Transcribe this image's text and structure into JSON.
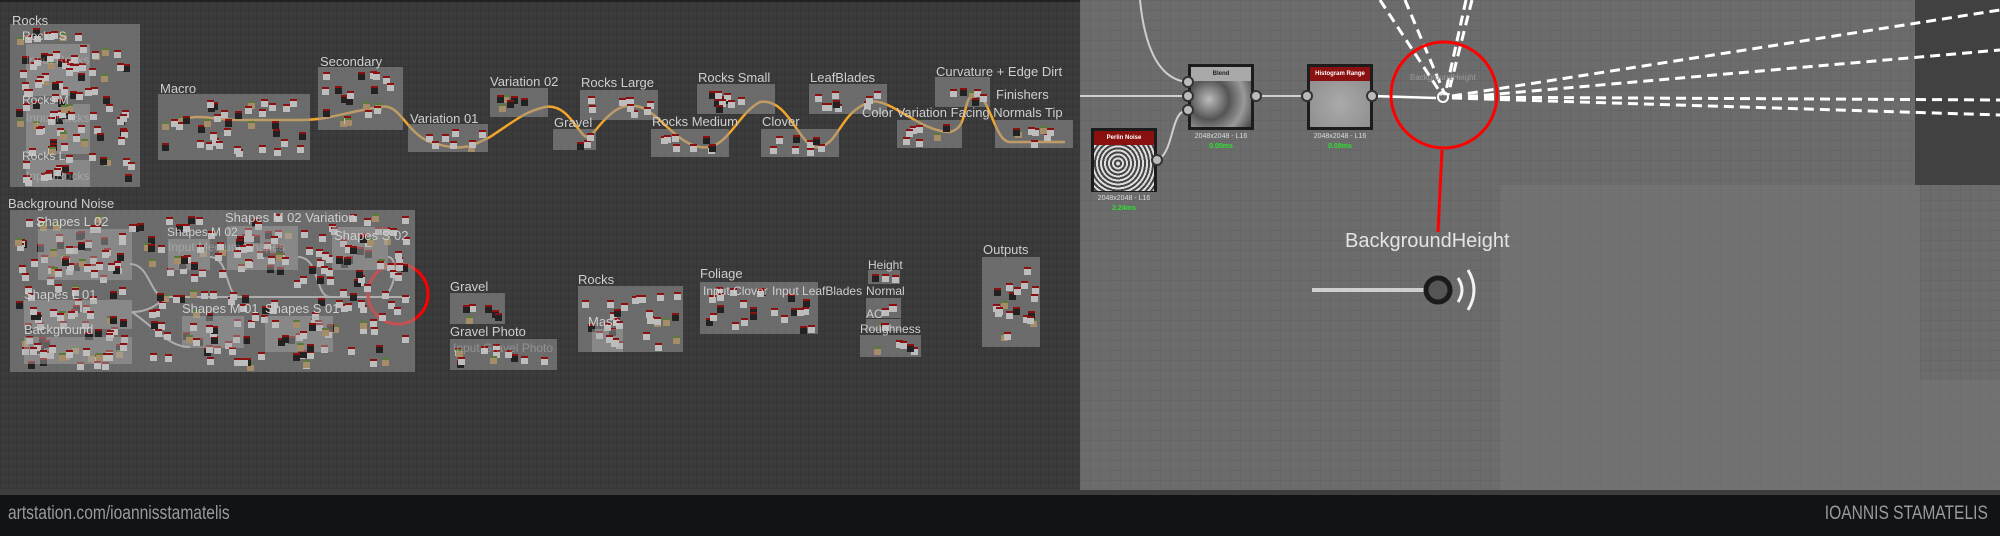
{
  "frames": {
    "rocks": "Rocks",
    "rocks_s": "Rocks S",
    "rocks_m": "Rocks M",
    "rocks_l": "Rocks L",
    "input_rocks": "Input Rocks",
    "macro": "Macro",
    "secondary": "Secondary",
    "variation_01": "Variation 01",
    "variation_02": "Variation 02",
    "rocks_large": "Rocks Large",
    "gravel_top": "Gravel",
    "rocks_medium": "Rocks Medium",
    "rocks_small": "Rocks Small",
    "clover": "Clover",
    "leafblades": "LeafBlades",
    "curvature": "Curvature + Edge Dirt",
    "color_variation": "Color Variation Facing Normals Tip",
    "finishers": "Finishers",
    "background_noise": "Background Noise",
    "shapes_l_02": "Shapes L 02",
    "shapes_m_02": "Shapes M 02",
    "input_medium_shapes": "Input Medium Shapes",
    "shapes_m_02_variation": "Shapes M 02 Variation",
    "shapes_s_02": "Shapes S 02",
    "shapes_l_01": "Shapes L 01",
    "background": "Background",
    "shapes_m_01": "Shapes M 01",
    "shapes_s_01": "Shapes S 01",
    "gravel": "Gravel",
    "gravel_photo": "Gravel Photo",
    "input_gravel_photo": "Input Gravel Photo",
    "rocks_bottom": "Rocks",
    "mask": "Mask",
    "foliage": "Foliage",
    "input_clover": "Input Clover",
    "input_leafblades": "Input LeafBlades",
    "height": "Height",
    "normal": "Normal",
    "ao": "AO",
    "roughness": "Roughness",
    "outputs": "Outputs"
  },
  "detail": {
    "blend": {
      "title": "Blend",
      "resolution": "2048x2048 - L16",
      "time": "0.09ms"
    },
    "histogram_range": {
      "title": "Histogram Range",
      "resolution": "2048x2048 - L16",
      "time": "0.08ms"
    },
    "perlin_noise": {
      "title": "Perlin Noise",
      "resolution": "2048x2048 - L16",
      "time": "2.24ms"
    },
    "output_node_label": "BackgroundHeight",
    "callout_label": "BackgroundHeight"
  },
  "footer": {
    "url": "artstation.com/ioannisstamatelis",
    "author": "IOANNIS STAMATELIS"
  },
  "colors": {
    "accent_wire": "#f2a52b",
    "highlight": "#ff0000",
    "node_header": "#8b1010",
    "timing": "#2ee02e"
  }
}
